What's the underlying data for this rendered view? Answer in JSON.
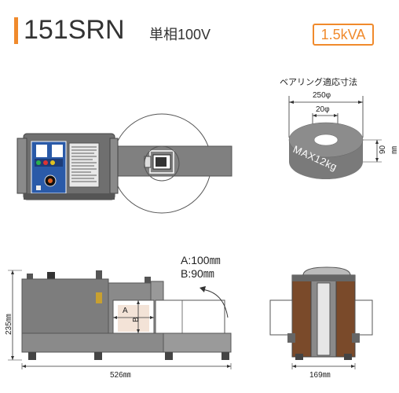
{
  "header": {
    "model": "151SRN",
    "phase_voltage": "単相100V",
    "capacity": "1.5kVA"
  },
  "bearing": {
    "title": "ベアリング適応寸法",
    "outer_dia": "250φ",
    "inner_dia": "20φ",
    "height": "90㎜",
    "max_weight": "MAX12kg"
  },
  "front_view": {
    "label_a": "A",
    "label_b": "B",
    "a_value": "A:100㎜",
    "b_value": "B:90㎜",
    "width": "526㎜",
    "height": "235㎜"
  },
  "side_view": {
    "width": "169㎜"
  },
  "colors": {
    "accent": "#f08a2c",
    "body_gray": "#7d7d7d",
    "panel_blue": "#2a5aa8",
    "brown": "#7a4a2a"
  }
}
